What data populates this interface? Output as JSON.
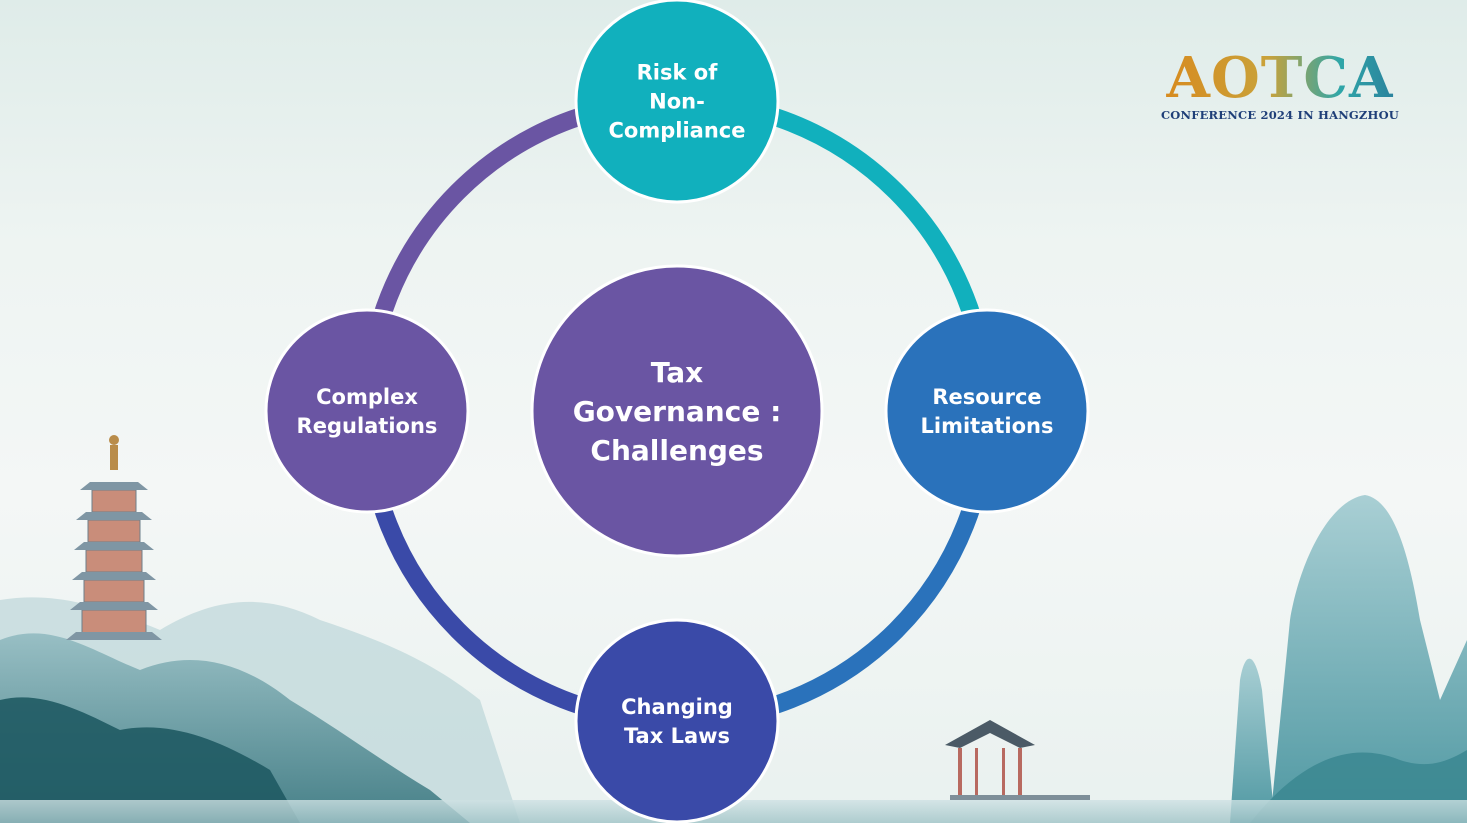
{
  "logo": {
    "title": "AOTCA",
    "subtitle": "CONFERENCE 2024 IN HANGZHOU"
  },
  "diagram": {
    "center": {
      "lines": [
        "Tax",
        "Governance :",
        "Challenges"
      ],
      "color": "#6a55a3"
    },
    "nodes": [
      {
        "id": "risk-of-non-compliance",
        "position": "top",
        "lines": [
          "Risk of",
          "Non-",
          "Compliance"
        ],
        "color": "#11b0bd"
      },
      {
        "id": "resource-limitations",
        "position": "right",
        "lines": [
          "Resource",
          "Limitations"
        ],
        "color": "#2a72bb"
      },
      {
        "id": "changing-tax-laws",
        "position": "bottom",
        "lines": [
          "Changing",
          "Tax Laws"
        ],
        "color": "#3a4aa8"
      },
      {
        "id": "complex-regulations",
        "position": "left",
        "lines": [
          "Complex",
          "Regulations"
        ],
        "color": "#6a55a3"
      }
    ],
    "ring_colors": {
      "top_right": "#11b0bd",
      "bottom_right": "#2a72bb",
      "bottom_left": "#3a4aa8",
      "top_left": "#6a55a3"
    }
  }
}
